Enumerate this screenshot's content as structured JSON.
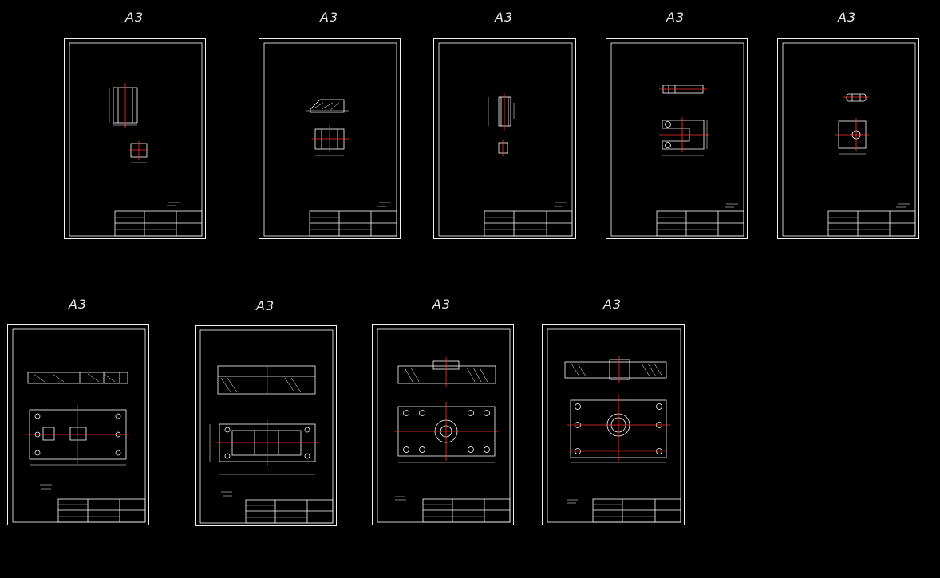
{
  "canvas": {
    "background": "#000000",
    "line_color": "#ffffff",
    "center_line_color": "#ff2020"
  },
  "sheets": [
    {
      "label": "A3"
    },
    {
      "label": "A3"
    },
    {
      "label": "A3"
    },
    {
      "label": "A3"
    },
    {
      "label": "A3"
    },
    {
      "label": "A3"
    },
    {
      "label": "A3"
    },
    {
      "label": "A3"
    },
    {
      "label": "A3"
    }
  ]
}
